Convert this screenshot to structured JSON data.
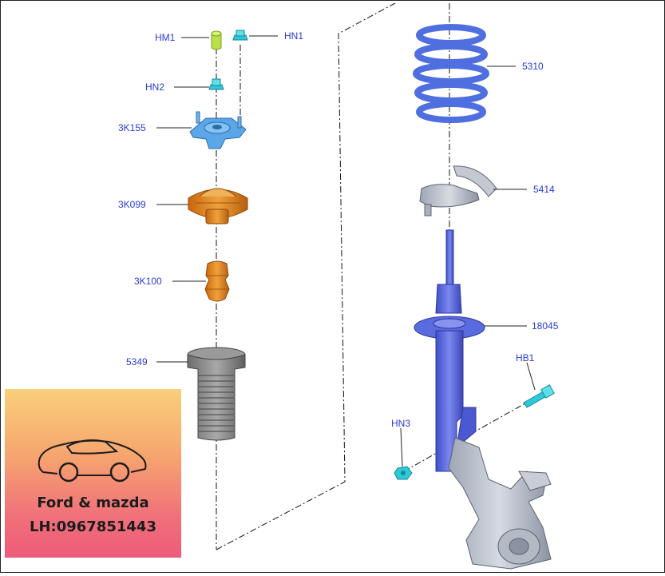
{
  "parts": {
    "hm1": "HM1",
    "hn1": "HN1",
    "hn2": "HN2",
    "mount": "3K155",
    "bearing": "3K099",
    "bump_stop": "3K100",
    "boot": "5349",
    "spring": "5310",
    "spring_seat": "5414",
    "strut": "18045",
    "hb1": "HB1",
    "hn3": "HN3"
  },
  "promo": {
    "line1": "Ford & mazda",
    "line2": "LH:0967851443",
    "icon": "sports-car-icon"
  },
  "colors": {
    "label": "#2a3bd6",
    "spring": "#4f6fe0",
    "strut": "#5a6be0",
    "bearing": "#e08a1f",
    "boot": "#8a8a8a",
    "mount": "#5aa6e8",
    "nut": "#2ec8d8",
    "hm1": "#b9e04a"
  }
}
